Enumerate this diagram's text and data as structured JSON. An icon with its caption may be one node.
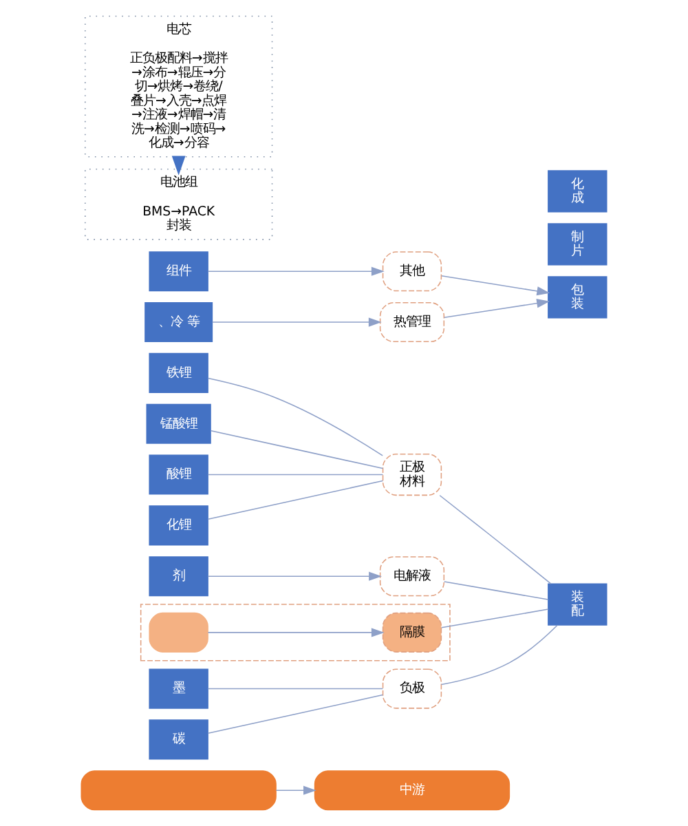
{
  "diagram": {
    "nodes": [
      {
        "text": [],
        "shape": "box"
      },
      {
        "text": [
          "中游"
        ]
      },
      {
        "text": [
          "铁锂"
        ]
      },
      {
        "text": [
          "锰酸锂"
        ]
      },
      {
        "text": [
          "酸锂"
        ]
      },
      {
        "text": [
          "化锂"
        ]
      },
      {
        "text": [
          "正极材料"
        ]
      },
      {
        "text": [
          "剂"
        ]
      },
      {
        "text": [
          "电解液"
        ]
      },
      {
        "text": [],
        "shape": "box"
      },
      {
        "text": [],
        "shape": "box",
        "in": 9
      },
      {
        "text": [
          "隔膜"
        ],
        "in": 9
      },
      {
        "text": [
          "墨"
        ]
      },
      {
        "text": [
          "碳"
        ]
      },
      {
        "text": [
          "负极"
        ]
      },
      {
        "text": [
          "组件"
        ]
      },
      {
        "text": [
          "其他"
        ]
      },
      {
        "text": [
          "、冷 等"
        ]
      },
      {
        "text": [
          "热管理"
        ]
      },
      {
        "text": [
          "制片"
        ]
      },
      {
        "text": [
          "装配"
        ]
      },
      {
        "text": [
          "化成"
        ]
      },
      {
        "text": [
          "电芯",
          "正负极配料→搅拌→涂布→辊压→分切→烘烤→卷绕/叠片→入壳→点焊→注液→焊帽→清洗→检测→喷码→化成→分容"
        ]
      },
      {
        "text": [
          "电池组",
          "BMS→PACK封装"
        ]
      },
      {
        "text": [
          "包装"
        ]
      }
    ],
    "edges": [
      {
        "from": 0,
        "to": 1,
        "arrow": "to"
      },
      {
        "from": 2,
        "to": 6,
        "arrow": "none"
      },
      {
        "from": 3,
        "to": 6,
        "arrow": "none"
      },
      {
        "from": 4,
        "to": 6,
        "arrow": "none"
      },
      {
        "from": 5,
        "to": 6,
        "arrow": "none"
      },
      {
        "from": 7,
        "to": 8,
        "arrow": "to"
      },
      {
        "from": 10,
        "to": 11,
        "arrow": "to"
      },
      {
        "from": 12,
        "to": 14,
        "arrow": "none"
      },
      {
        "from": 13,
        "to": 14,
        "arrow": "none"
      },
      {
        "from": 15,
        "to": 16,
        "arrow": "to"
      },
      {
        "from": 17,
        "to": 18,
        "arrow": "to"
      },
      {
        "from": 6,
        "to": 20,
        "arrow": "none"
      },
      {
        "from": 8,
        "to": 20,
        "arrow": "none"
      },
      {
        "from": 11,
        "to": 20,
        "arrow": "none"
      },
      {
        "from": 14,
        "to": 20,
        "arrow": "none"
      },
      {
        "from": 16,
        "to": 24,
        "arrow": "to"
      },
      {
        "from": 18,
        "to": 24,
        "arrow": "to"
      },
      {
        "from": 22,
        "to": 23,
        "arrow": "to",
        "style": "thick",
        "color": "#4472c4"
      }
    ]
  }
}
